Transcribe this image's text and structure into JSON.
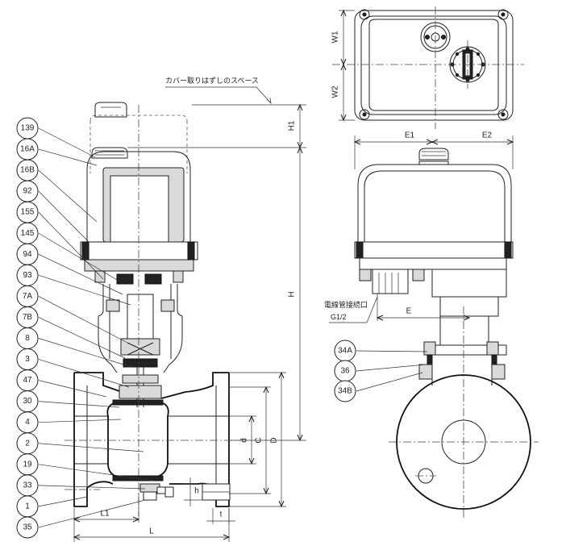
{
  "drawing": {
    "note_cover_space": "カバー取りはずしのスペース",
    "note_conduit": "電線管接続口",
    "note_conduit_size": "G1/2"
  },
  "dimensions": {
    "H1": "H1",
    "H": "H",
    "W1": "W1",
    "W2": "W2",
    "E1": "E1",
    "E2": "E2",
    "E": "E",
    "d": "d",
    "C": "C",
    "D": "D",
    "L1": "L1",
    "L": "L",
    "h": "h",
    "t": "t"
  },
  "part_labels": {
    "left": [
      "139",
      "16A",
      "16B",
      "92",
      "155",
      "145",
      "94",
      "93",
      "7A",
      "7B",
      "8",
      "3",
      "47",
      "30",
      "4",
      "2",
      "19",
      "33",
      "1",
      "35"
    ],
    "right": [
      "34A",
      "36",
      "34B"
    ]
  }
}
